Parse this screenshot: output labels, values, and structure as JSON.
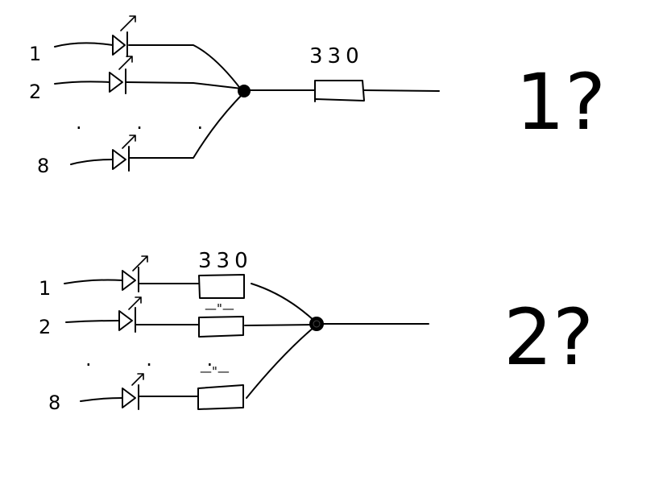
{
  "diagram": {
    "colors": {
      "ink": "#000000",
      "background": "#ffffff"
    },
    "variant1": {
      "inputs": [
        {
          "label": "1"
        },
        {
          "label": "2"
        },
        {
          "label": "8"
        }
      ],
      "ellipsis": ". . .",
      "resistor_value": "330",
      "marker": "1?"
    },
    "variant2": {
      "inputs": [
        {
          "label": "1",
          "resistor_label": "330"
        },
        {
          "label": "2",
          "resistor_label": "—\"—"
        },
        {
          "label": "8",
          "resistor_label": "—\"—"
        }
      ],
      "ellipsis": ". . .",
      "marker": "2?"
    }
  }
}
